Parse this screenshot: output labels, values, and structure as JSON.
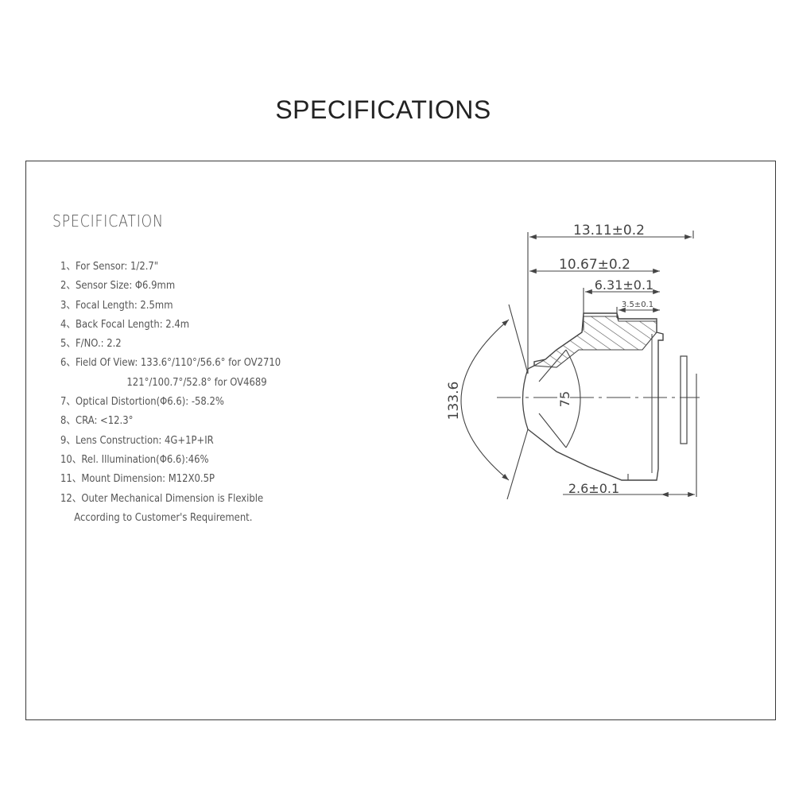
{
  "page_title": "SPECIFICATIONS",
  "sheet": {
    "heading": "SPECIFICATION",
    "items": [
      "1、For Sensor: 1/2.7\"",
      "2、Sensor Size: Φ6.9mm",
      "3、Focal Length: 2.5mm",
      "4、Back Focal Length: 2.4m",
      "5、F/NO.: 2.2",
      "6、Field Of View: 133.6°/110°/56.6° for OV2710",
      "121°/100.7°/52.8° for OV4689",
      "7、Optical Distortion(Φ6.6): -58.2%",
      "8、CRA: <12.3°",
      "9、Lens Construction: 4G+1P+IR",
      "10、Rel. Illumination(Φ6.6):46%",
      "11、Mount Dimension: M12X0.5P",
      "12、Outer Mechanical Dimension is Flexible",
      "According to Customer's Requirement."
    ]
  },
  "drawing": {
    "dim_total_length": "13.11±0.2",
    "dim_body_length": "10.67±0.2",
    "dim_thread_length": "6.31±0.1",
    "dim_step_length": "3.5±0.1",
    "dim_fov_angle": "133.6",
    "dim_inner_angle": "75",
    "dim_back_focal": "2.6±0.1"
  }
}
